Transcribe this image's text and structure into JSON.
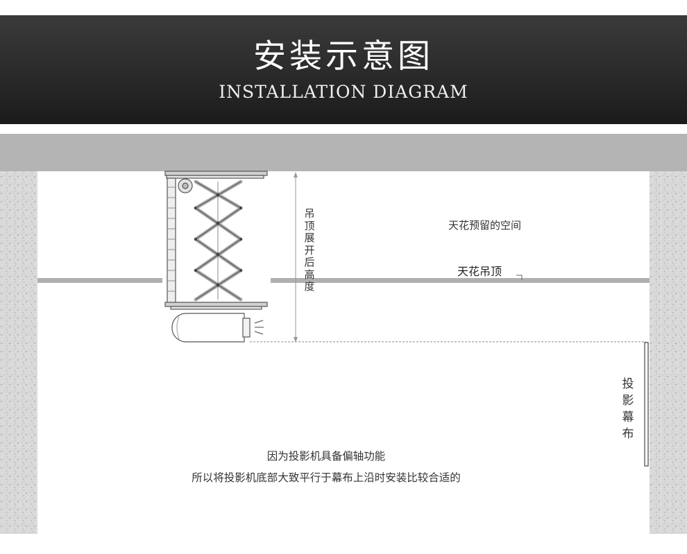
{
  "header": {
    "title": "安装示意图",
    "subtitle": "INSTALLATION DIAGRAM"
  },
  "labels": {
    "reserved_space": "天花预留的空间",
    "ceiling": "天花吊顶",
    "height_label": "吊顶展开后高度",
    "screen_label": "投影幕布",
    "note_line1": "因为投影机具备偏轴功能",
    "note_line2": "所以将投影机底部大致平行于幕布上沿时安装比较合适的"
  },
  "colors": {
    "banner_dark": "#1b1b1b",
    "slab_gray": "#b4b4b4",
    "line_gray": "#b0b0b0",
    "wall_texture": "#d6d6d6"
  }
}
